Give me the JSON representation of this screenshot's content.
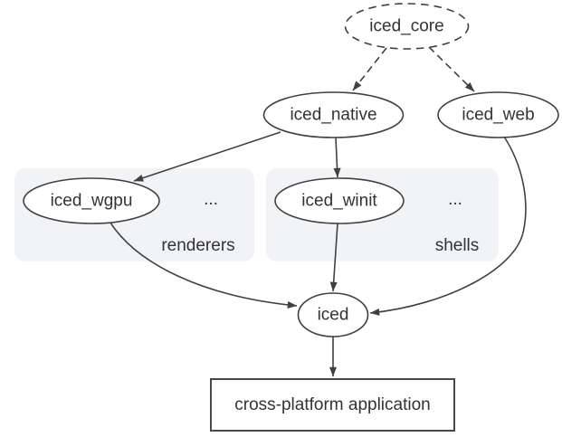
{
  "diagram": {
    "nodes": {
      "iced_core": {
        "label": "iced_core",
        "shape": "ellipse",
        "border": "dashed"
      },
      "iced_native": {
        "label": "iced_native",
        "shape": "ellipse",
        "border": "solid"
      },
      "iced_web": {
        "label": "iced_web",
        "shape": "ellipse",
        "border": "solid"
      },
      "iced_wgpu": {
        "label": "iced_wgpu",
        "shape": "ellipse",
        "border": "solid"
      },
      "iced_winit": {
        "label": "iced_winit",
        "shape": "ellipse",
        "border": "solid"
      },
      "iced": {
        "label": "iced",
        "shape": "ellipse",
        "border": "solid"
      },
      "app": {
        "label": "cross-platform application",
        "shape": "rect",
        "border": "solid"
      }
    },
    "groups": {
      "renderers": {
        "label": "renderers",
        "ellipsis": "...",
        "members": [
          "iced_wgpu"
        ]
      },
      "shells": {
        "label": "shells",
        "ellipsis": "...",
        "members": [
          "iced_winit"
        ]
      }
    },
    "edges": [
      {
        "from": "iced_core",
        "to": "iced_native",
        "style": "dashed"
      },
      {
        "from": "iced_core",
        "to": "iced_web",
        "style": "dashed"
      },
      {
        "from": "iced_native",
        "to": "iced_wgpu",
        "style": "solid"
      },
      {
        "from": "iced_native",
        "to": "iced_winit",
        "style": "solid"
      },
      {
        "from": "iced_wgpu",
        "to": "iced",
        "style": "solid"
      },
      {
        "from": "iced_winit",
        "to": "iced",
        "style": "solid"
      },
      {
        "from": "iced_web",
        "to": "iced",
        "style": "solid"
      },
      {
        "from": "iced",
        "to": "app",
        "style": "solid"
      }
    ],
    "colors": {
      "stroke": "#404040",
      "text": "#333333",
      "group_fill": "#f1f3f6",
      "group_label": "#1a73e8",
      "background": "#ffffff"
    }
  }
}
